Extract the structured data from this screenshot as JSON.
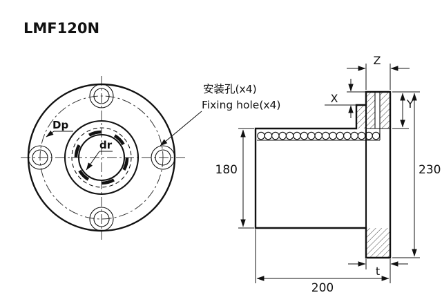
{
  "title": "LMF120N",
  "front_view": {
    "pitch_diameter_label": "Dp",
    "bore_diameter_label": "dr"
  },
  "callout": {
    "fixing_hole_cn": "安装孔(x4)",
    "fixing_hole_en": "Fixing hole(x4)"
  },
  "side_view": {
    "dim_z": "Z",
    "dim_x": "X",
    "dim_y": "Y",
    "dim_flange_od": "230",
    "dim_body_od": "180",
    "dim_length": "200",
    "dim_flange_thickness": "t"
  },
  "colors": {
    "line": "#111111",
    "background": "#ffffff"
  }
}
